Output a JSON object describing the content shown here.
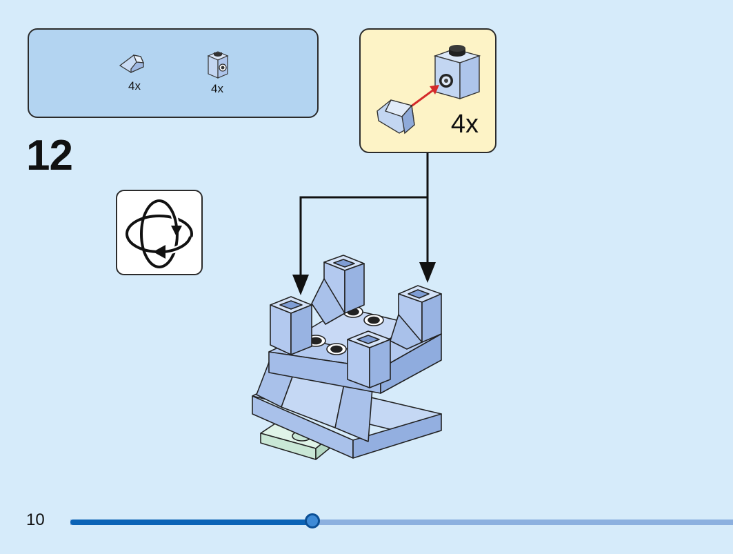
{
  "parts_list": {
    "items": [
      {
        "icon": "slope-brick-icon",
        "qty": "4x"
      },
      {
        "icon": "brick-with-side-stud-icon",
        "qty": "4x"
      }
    ]
  },
  "step": {
    "number": "12"
  },
  "rotate": {
    "icon": "rotate-model-icon"
  },
  "callout": {
    "qty": "4x",
    "icon": "slope-attach-icon"
  },
  "page": {
    "number": "10",
    "progress_fraction": 0.365
  },
  "colors": {
    "background": "#d6ebfa",
    "brick_blue": "#b3c9ef",
    "callout_bg": "#fdf3c6",
    "progress_fill": "#0b63b6",
    "progress_track": "#8cb0df"
  }
}
